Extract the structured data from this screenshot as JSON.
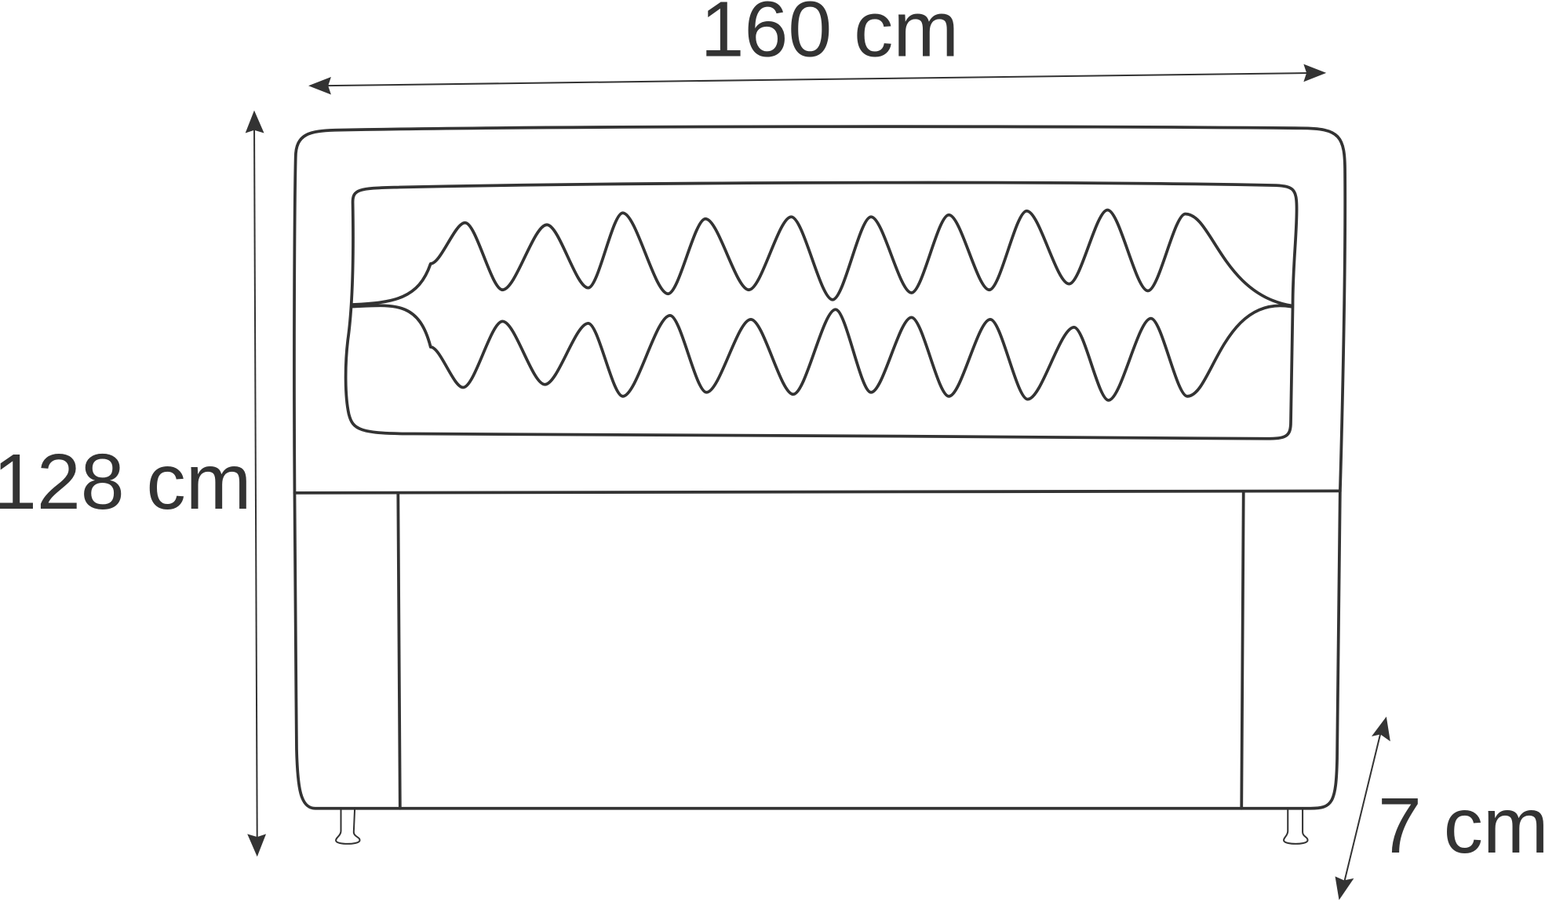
{
  "dimensions": {
    "width": "160 cm",
    "height": "128 cm",
    "depth": "7 cm"
  },
  "colors": {
    "line": "#333333",
    "background": "#ffffff"
  }
}
